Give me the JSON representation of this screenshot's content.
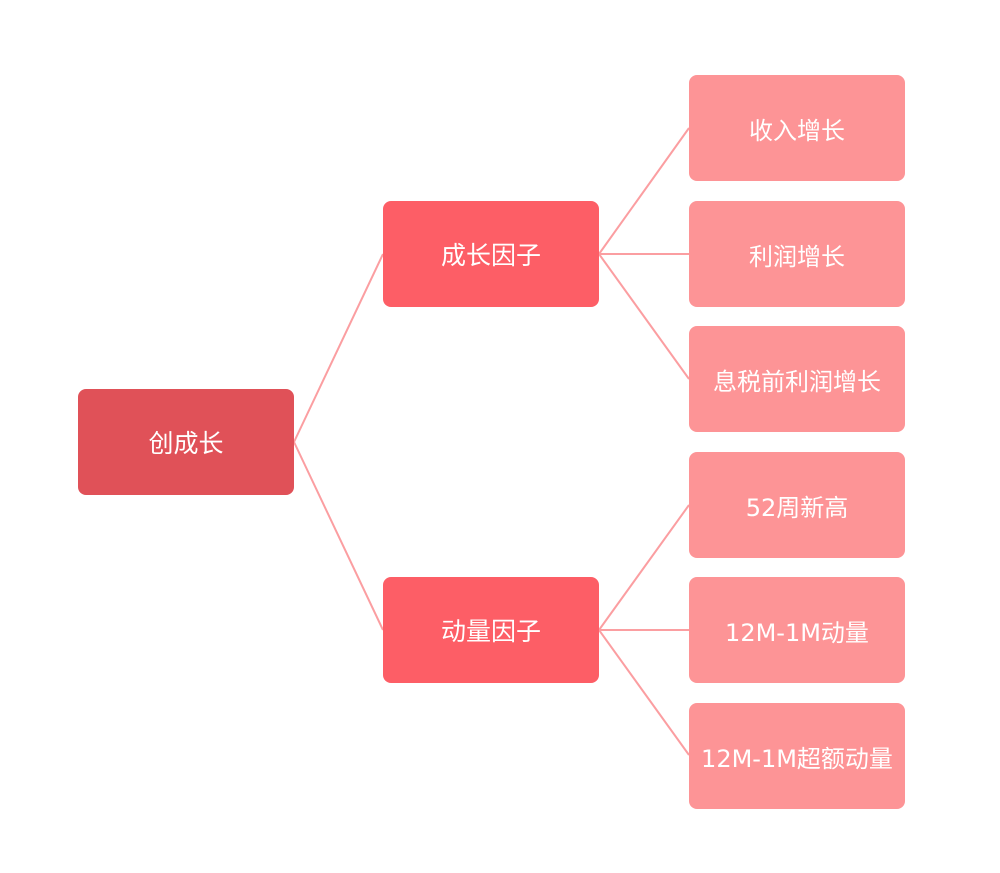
{
  "diagram": {
    "colors": {
      "root": "#e05158",
      "branch": "#fd5e66",
      "leaf": "#fd9496",
      "link": "#fb9ea1",
      "text": "#ffffff"
    },
    "root": {
      "label": "创成长"
    },
    "branches": [
      {
        "label": "成长因子",
        "children": [
          {
            "label": "收入增长"
          },
          {
            "label": "利润增长"
          },
          {
            "label": "息税前利润增长"
          }
        ]
      },
      {
        "label": "动量因子",
        "children": [
          {
            "label": "52周新高"
          },
          {
            "label": "12M-1M动量"
          },
          {
            "label": "12M-1M超额动量"
          }
        ]
      }
    ]
  }
}
